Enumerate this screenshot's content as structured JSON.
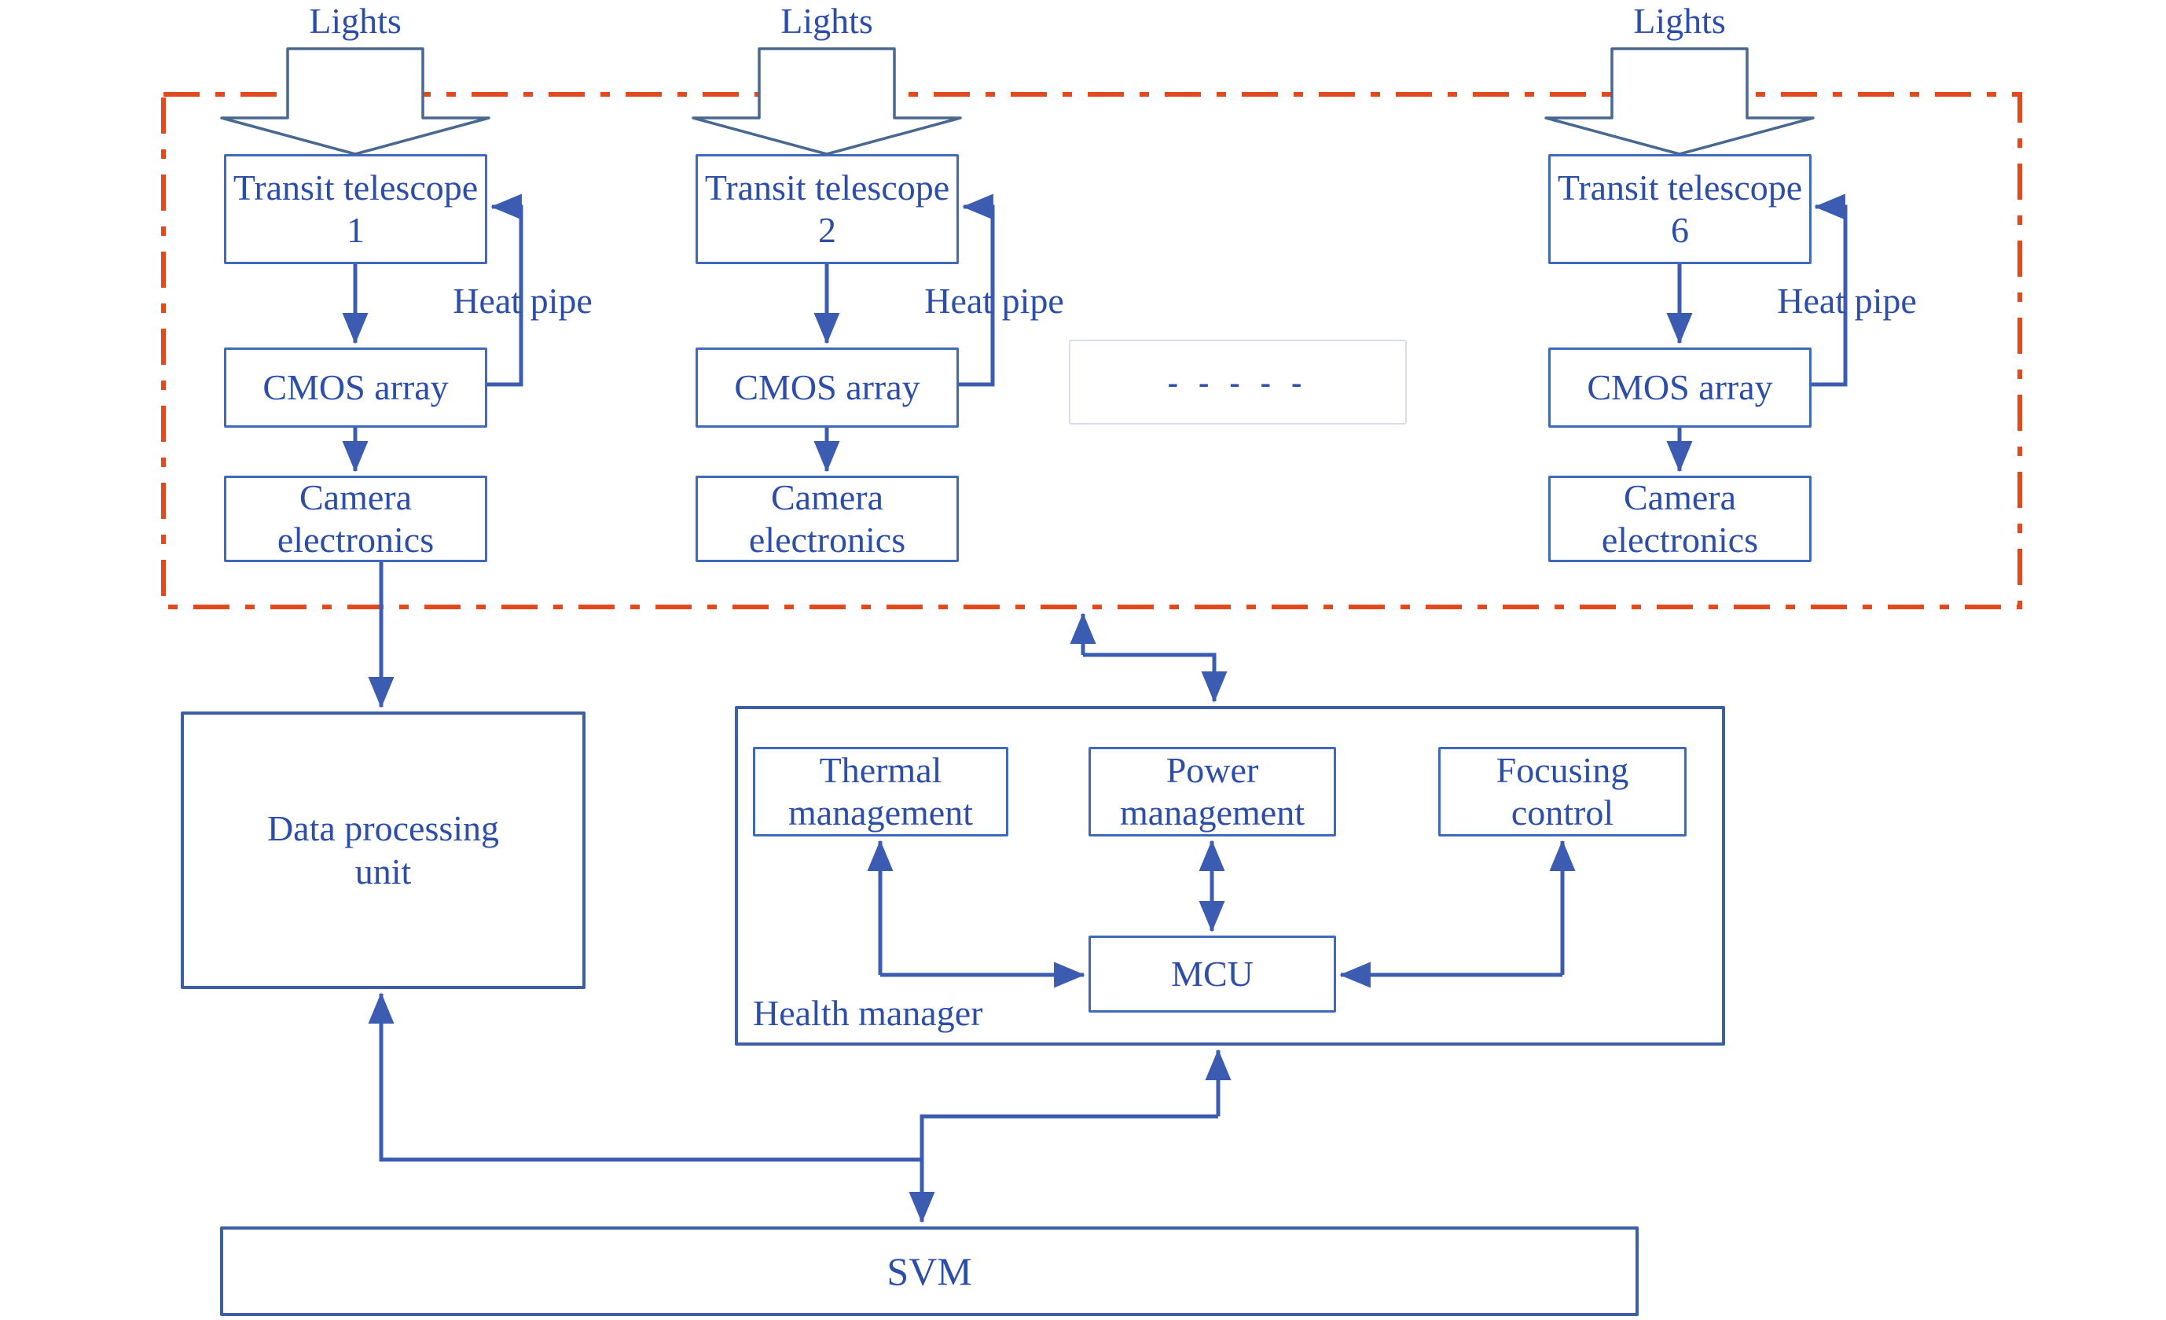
{
  "colors": {
    "box_border": "#4068bb",
    "outer_border": "#3d5fa6",
    "text_blue": "#2c4ea8",
    "connector": "#3b5cb0",
    "big_arrow_outline": "#49688f",
    "dashed_red": "#df4a1e",
    "placeholder_border": "#dadded"
  },
  "units": [
    {
      "lights": "Lights",
      "telescope": "Transit telescope 1",
      "heat_pipe": "Heat pipe",
      "cmos": "CMOS array",
      "camera": "Camera electronics"
    },
    {
      "lights": "Lights",
      "telescope": "Transit telescope 2",
      "heat_pipe": "Heat pipe",
      "cmos": "CMOS array",
      "camera": "Camera electronics"
    },
    {
      "lights": "Lights",
      "telescope": "Transit telescope 6",
      "heat_pipe": "Heat pipe",
      "cmos": "CMOS array",
      "camera": "Camera electronics"
    }
  ],
  "ellipsis": "- - - - -",
  "data_processing_unit": "Data processing unit",
  "health_manager": {
    "label": "Health manager",
    "thermal": "Thermal management",
    "power": "Power management",
    "focusing": "Focusing control",
    "mcu": "MCU"
  },
  "svm": "SVM"
}
